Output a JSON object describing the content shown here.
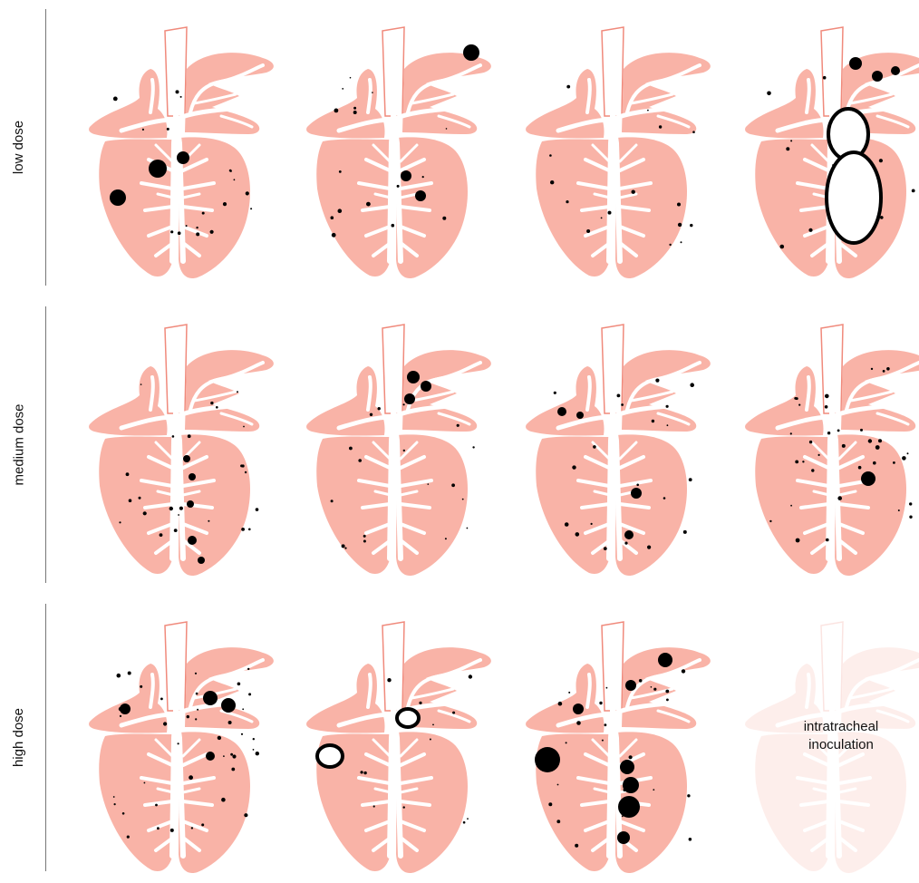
{
  "rows": [
    {
      "label": "low dose"
    },
    {
      "label": "medium dose"
    },
    {
      "label": "high dose"
    }
  ],
  "colors": {
    "lung_tissue": "#f9b3a7",
    "airway_outline": "#f08a7c",
    "lesion": "#000000",
    "cavity": "#ffffff",
    "axis_line": "#777777"
  },
  "panels": [
    {
      "row": "low dose",
      "severity": "focal lesions"
    },
    {
      "row": "low dose",
      "severity": "focal lesions"
    },
    {
      "row": "low dose",
      "severity": "scattered small lesions"
    },
    {
      "row": "low dose",
      "severity": "large cavities"
    },
    {
      "row": "medium dose",
      "severity": "scattered lesions"
    },
    {
      "row": "medium dose",
      "severity": "clustered lesions"
    },
    {
      "row": "medium dose",
      "severity": "scattered lesions"
    },
    {
      "row": "medium dose",
      "severity": "scattered lesions"
    },
    {
      "row": "high dose",
      "severity": "multifocal lesions"
    },
    {
      "row": "high dose",
      "severity": "cavities"
    },
    {
      "row": "high dose",
      "severity": "extensive lesions"
    },
    {
      "row": "high dose",
      "severity": "control",
      "note": "intratracheal\ninoculation"
    }
  ]
}
